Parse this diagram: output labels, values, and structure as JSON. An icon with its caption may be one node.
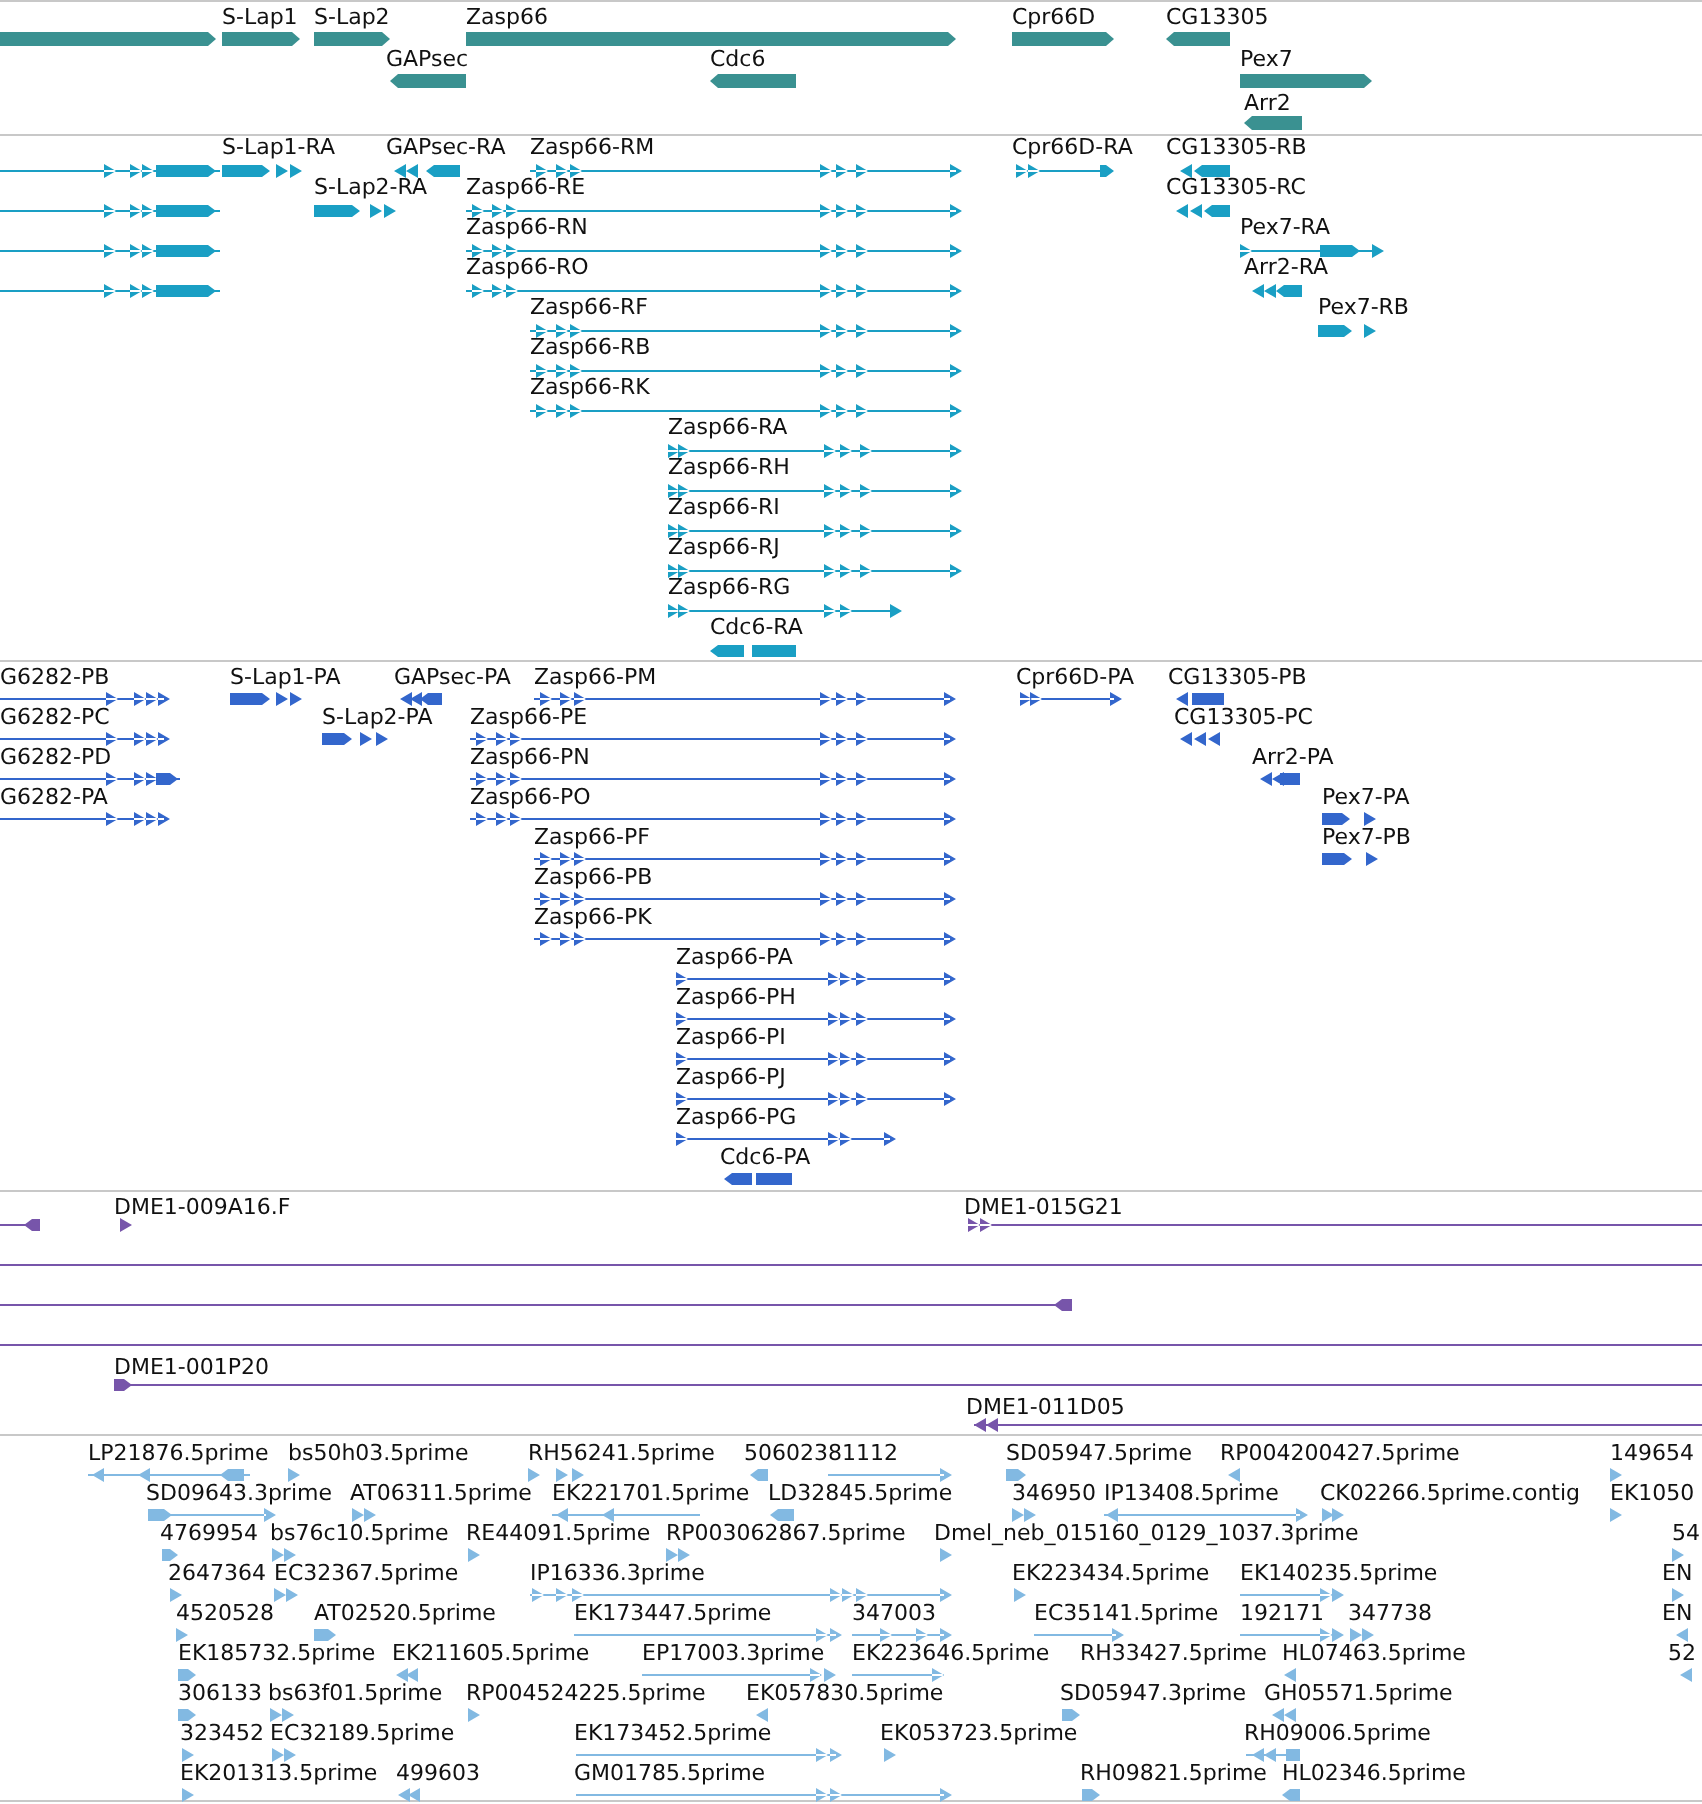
{
  "diagram": {
    "labels": [
      "S-Lap1",
      "S-Lap2",
      "Zasp66",
      "Cpr66D",
      "CG13305",
      "GAPsec",
      "Cdc6",
      "Pex7",
      "Arr2",
      "S-Lap1-RA",
      "GAPsec-RA",
      "Zasp66-RM",
      "Cpr66D-RA",
      "CG13305-RB",
      "S-Lap2-RA",
      "Zasp66-RE",
      "CG13305-RC",
      "Zasp66-RN",
      "Pex7-RA",
      "Zasp66-RO",
      "Arr2-RA",
      "Zasp66-RF",
      "Pex7-RB",
      "Zasp66-RB",
      "Zasp66-RK",
      "Zasp66-RA",
      "Zasp66-RH",
      "Zasp66-RI",
      "Zasp66-RJ",
      "Zasp66-RG",
      "Cdc6-RA",
      "G6282-PB",
      "S-Lap1-PA",
      "GAPsec-PA",
      "Zasp66-PM",
      "Cpr66D-PA",
      "CG13305-PB",
      "G6282-PC",
      "S-Lap2-PA",
      "Zasp66-PE",
      "CG13305-PC",
      "G6282-PD",
      "Zasp66-PN",
      "Arr2-PA",
      "G6282-PA",
      "Zasp66-PO",
      "Pex7-PA",
      "Zasp66-PF",
      "Pex7-PB",
      "Zasp66-PB",
      "Zasp66-PK",
      "Zasp66-PA",
      "Zasp66-PH",
      "Zasp66-PI",
      "Zasp66-PJ",
      "Zasp66-PG",
      "Cdc6-PA",
      "DME1-009A16.F",
      "DME1-015G21",
      "DME1-001P20",
      "DME1-011D05",
      "LP21876.5prime",
      "bs50h03.5prime",
      "RH56241.5prime",
      "50602381112",
      "SD05947.5prime",
      "RP004200427.5prime",
      "149654",
      "SD09643.3prime",
      "AT06311.5prime",
      "EK221701.5prime",
      "LD32845.5prime",
      "346950",
      "IP13408.5prime",
      "CK02266.5prime.contig",
      "EK1050",
      "4769954",
      "bs76c10.5prime",
      "RE44091.5prime",
      "RP003062867.5prime",
      "Dmel_neb_015160_0129_1037.3prime",
      "54",
      "2647364",
      "EC32367.5prime",
      "IP16336.3prime",
      "EK223434.5prime",
      "EK140235.5prime",
      "EN",
      "4520528",
      "AT02520.5prime",
      "EK173447.5prime",
      "347003",
      "EC35141.5prime",
      "192171",
      "347738",
      "EN",
      "EK185732.5prime",
      "EK211605.5prime",
      "EP17003.3prime",
      "EK223646.5prime",
      "RH33427.5prime",
      "HL07463.5prime",
      "52",
      "306133",
      "bs63f01.5prime",
      "RP004524225.5prime",
      "EK057830.5prime",
      "SD05947.3prime",
      "GH05571.5prime",
      "323452",
      "EC32189.5prime",
      "EK173452.5prime",
      "EK053723.5prime",
      "RH09006.5prime",
      "EK201313.5prime",
      "499603",
      "GM01785.5prime",
      "RH09821.5prime",
      "HL02346.5prime"
    ]
  }
}
